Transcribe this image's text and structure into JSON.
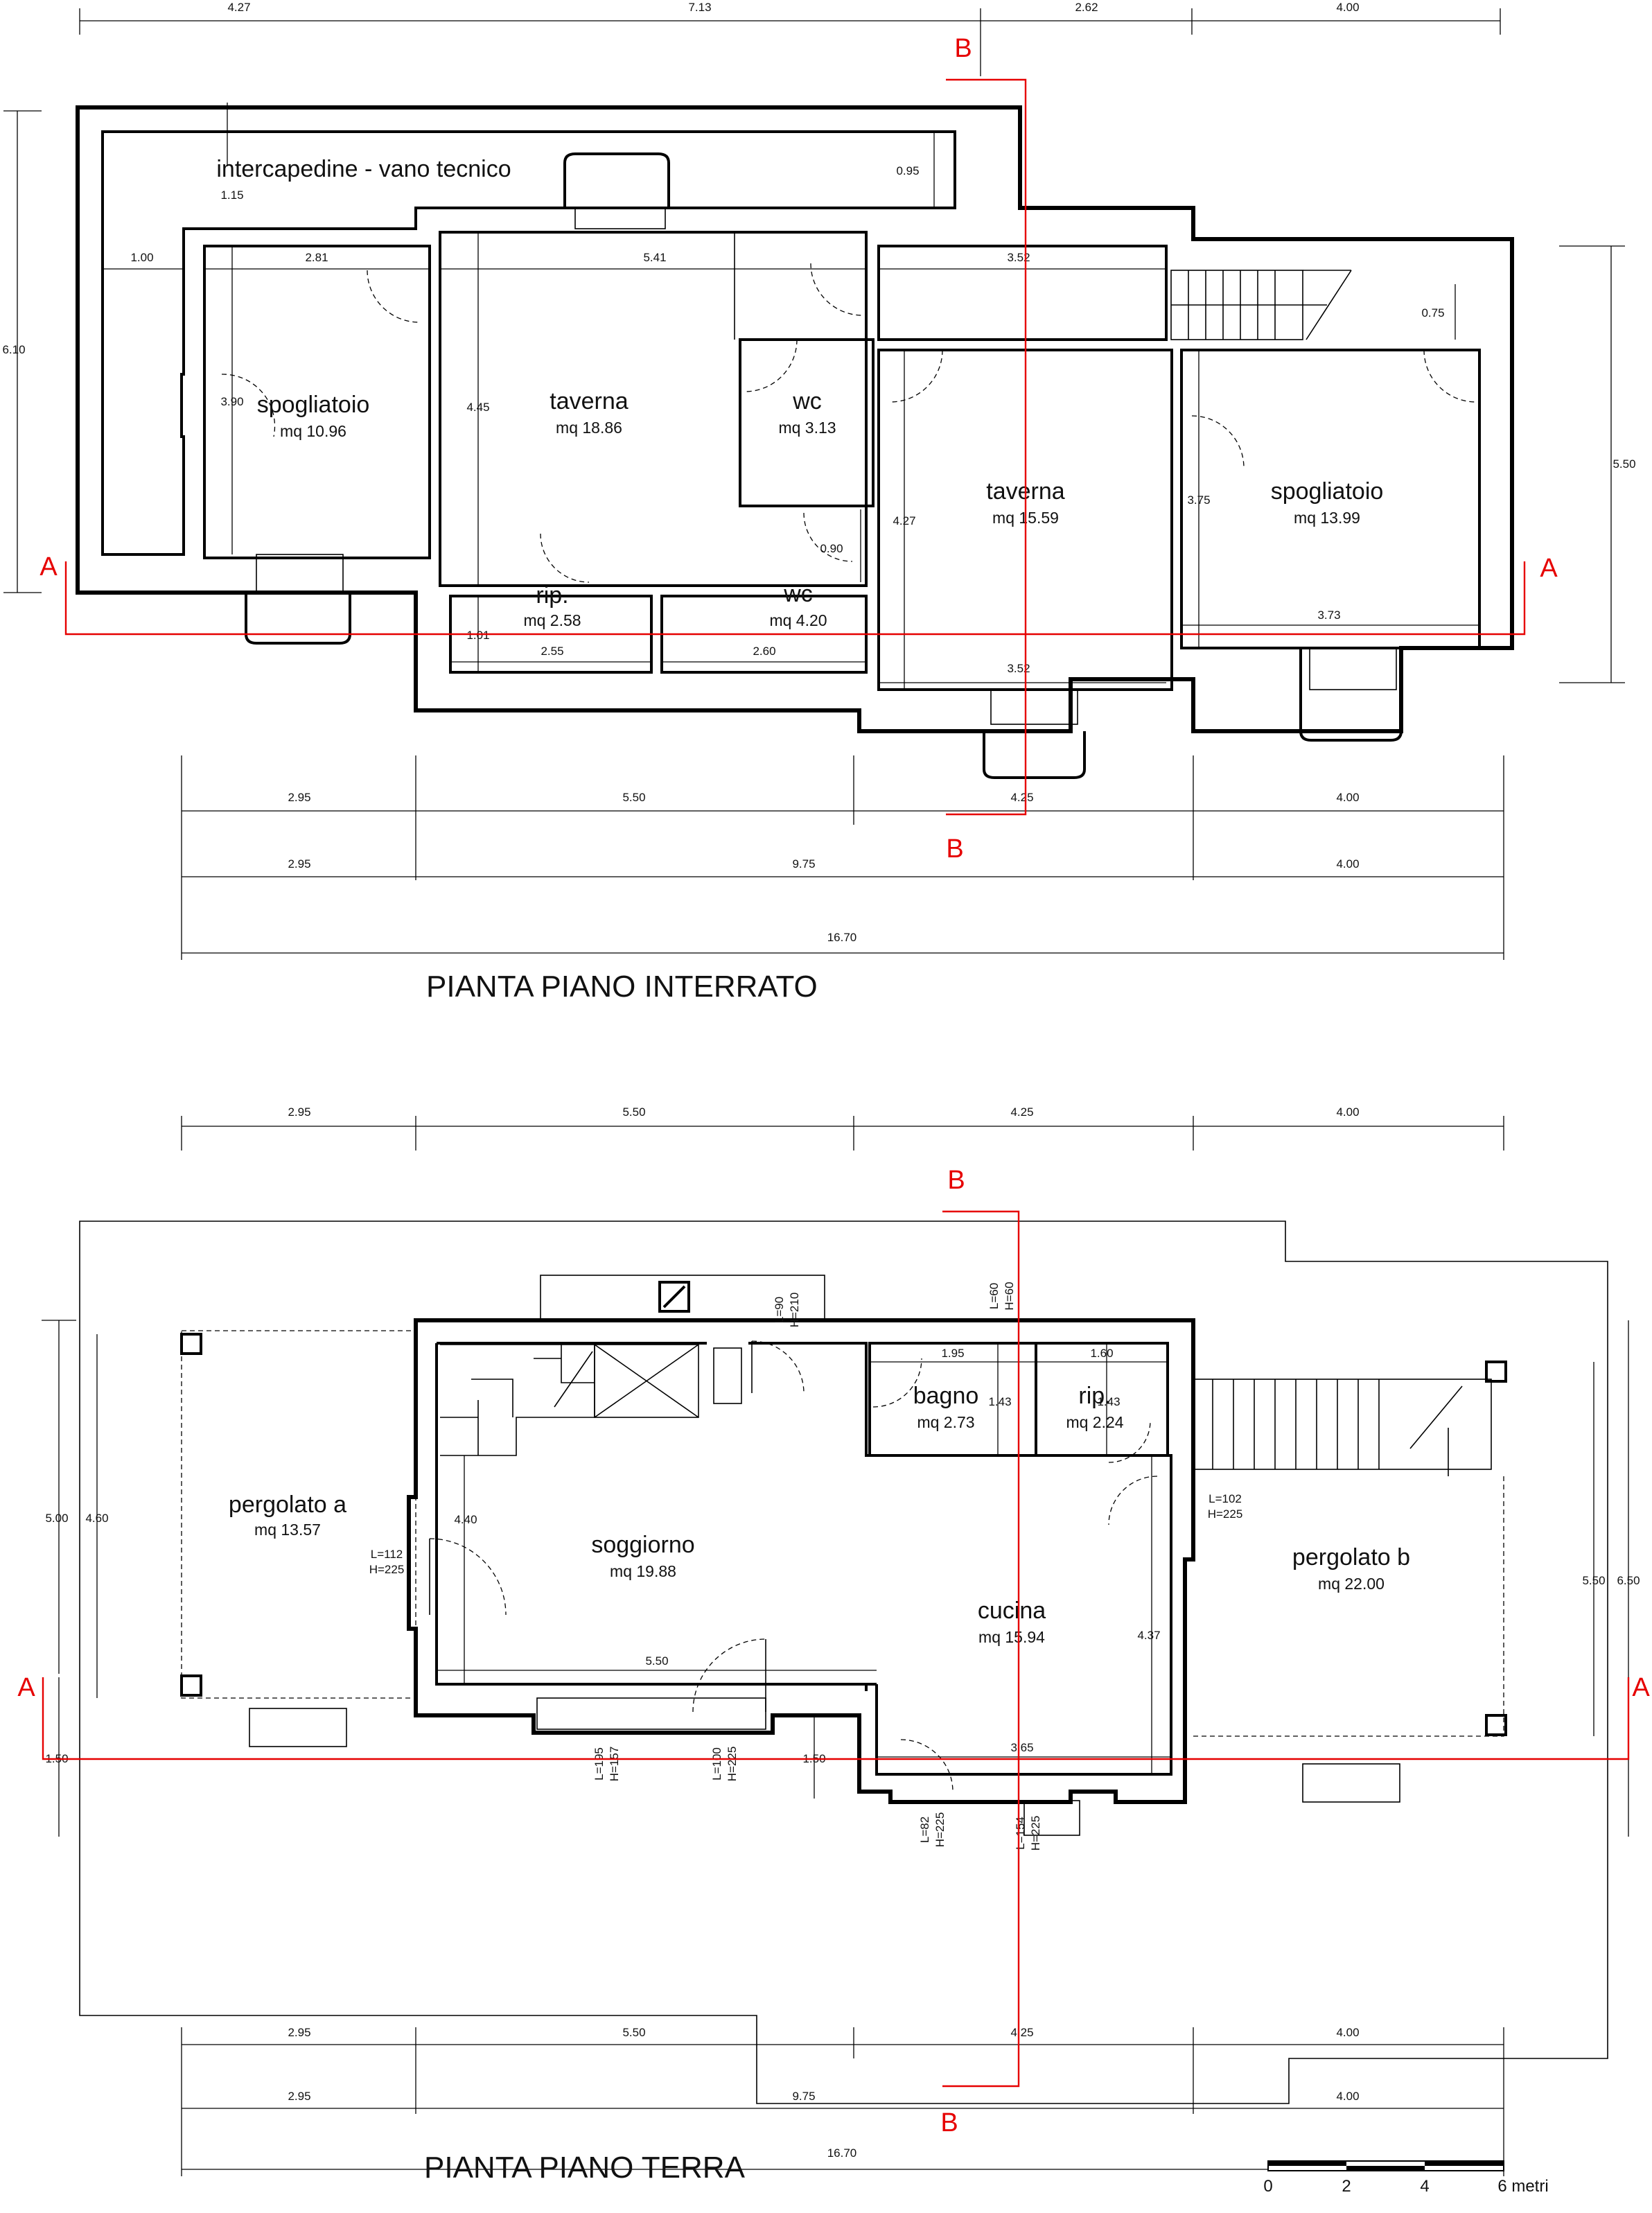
{
  "basement": {
    "title": "PIANTA PIANO INTERRATO",
    "rooms": [
      {
        "id": "intercapedine",
        "name": "intercapedine - vano tecnico",
        "area": ""
      },
      {
        "id": "spogliatoio-1",
        "name": "spogliatoio",
        "area": "mq 10.96"
      },
      {
        "id": "taverna-1",
        "name": "taverna",
        "area": "mq 18.86"
      },
      {
        "id": "wc-1",
        "name": "wc",
        "area": "mq 3.13"
      },
      {
        "id": "rip-1",
        "name": "rip.",
        "area": "mq 2.58"
      },
      {
        "id": "wc-2",
        "name": "wc",
        "area": "mq 4.20"
      },
      {
        "id": "taverna-2",
        "name": "taverna",
        "area": "mq 15.59"
      },
      {
        "id": "spogliatoio-2",
        "name": "spogliatoio",
        "area": "mq 13.99"
      }
    ],
    "top_dims": [
      "4.27",
      "7.13",
      "2.62",
      "4.00"
    ],
    "bottom_dims_1": [
      "2.95",
      "5.50",
      "4.25",
      "4.00"
    ],
    "bottom_dims_2": [
      "2.95",
      "9.75",
      "4.00"
    ],
    "total": "16.70",
    "inner_dims": [
      "0.95",
      "1.15",
      "1.00",
      "2.81",
      "5.41",
      "3.52",
      "0.75",
      "6.10",
      "5.50",
      "3.90",
      "4.45",
      "4.27",
      "3.75",
      "0.90",
      "1.01",
      "2.55",
      "2.60",
      "3.52",
      "3.73"
    ]
  },
  "ground": {
    "title": "PIANTA PIANO TERRA",
    "rooms": [
      {
        "id": "pergolato-a",
        "name": "pergolato a",
        "area": "mq 13.57"
      },
      {
        "id": "soggiorno",
        "name": "soggiorno",
        "area": "mq 19.88"
      },
      {
        "id": "bagno",
        "name": "bagno",
        "area": "mq 2.73"
      },
      {
        "id": "rip-2",
        "name": "rip.",
        "area": "mq 2.24"
      },
      {
        "id": "cucina",
        "name": "cucina",
        "area": "mq 15.94"
      },
      {
        "id": "pergolato-b",
        "name": "pergolato b",
        "area": "mq 22.00"
      }
    ],
    "top_dims": [
      "2.95",
      "5.50",
      "4.25",
      "4.00"
    ],
    "bottom_dims_1": [
      "2.95",
      "5.50",
      "4.25",
      "4.00"
    ],
    "bottom_dims_2": [
      "2.95",
      "9.75",
      "4.00"
    ],
    "total": "16.70",
    "inner_dims": [
      "1.95",
      "1.60",
      "1.43",
      "1.43",
      "4.40",
      "5.50",
      "4.37",
      "3.65",
      "1.50",
      "1.50",
      "5.00",
      "4.60",
      "5.50",
      "6.50"
    ],
    "openings": [
      "L=90",
      "H=210",
      "L=60",
      "H=60",
      "L=112",
      "H=225",
      "L=102",
      "H=225",
      "L=195",
      "H=157",
      "L=100",
      "H=225",
      "L=82",
      "H=225",
      "L=154",
      "H=225"
    ]
  },
  "sections": {
    "a": "A",
    "b": "B"
  },
  "scale": {
    "labels": [
      "0",
      "2",
      "4",
      "6 metri"
    ]
  },
  "colors": {
    "walls": "#000000",
    "section_line": "#e60000",
    "background": "#ffffff"
  }
}
